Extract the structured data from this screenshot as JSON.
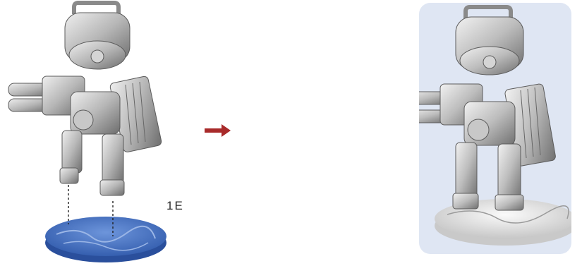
{
  "instruction": {
    "step_label": "1E"
  },
  "colors": {
    "arrow": "#a82a2a",
    "base_unassembled": "#3f6fc4",
    "base_assembled": "#e6e6e6",
    "highlight_panel": "#dfe6f3",
    "model_grey": "#b4b4b4"
  },
  "icons": {
    "arrow": "right-arrow-icon",
    "model_before": "mech-robot-unassembled",
    "model_after": "mech-robot-assembled"
  }
}
